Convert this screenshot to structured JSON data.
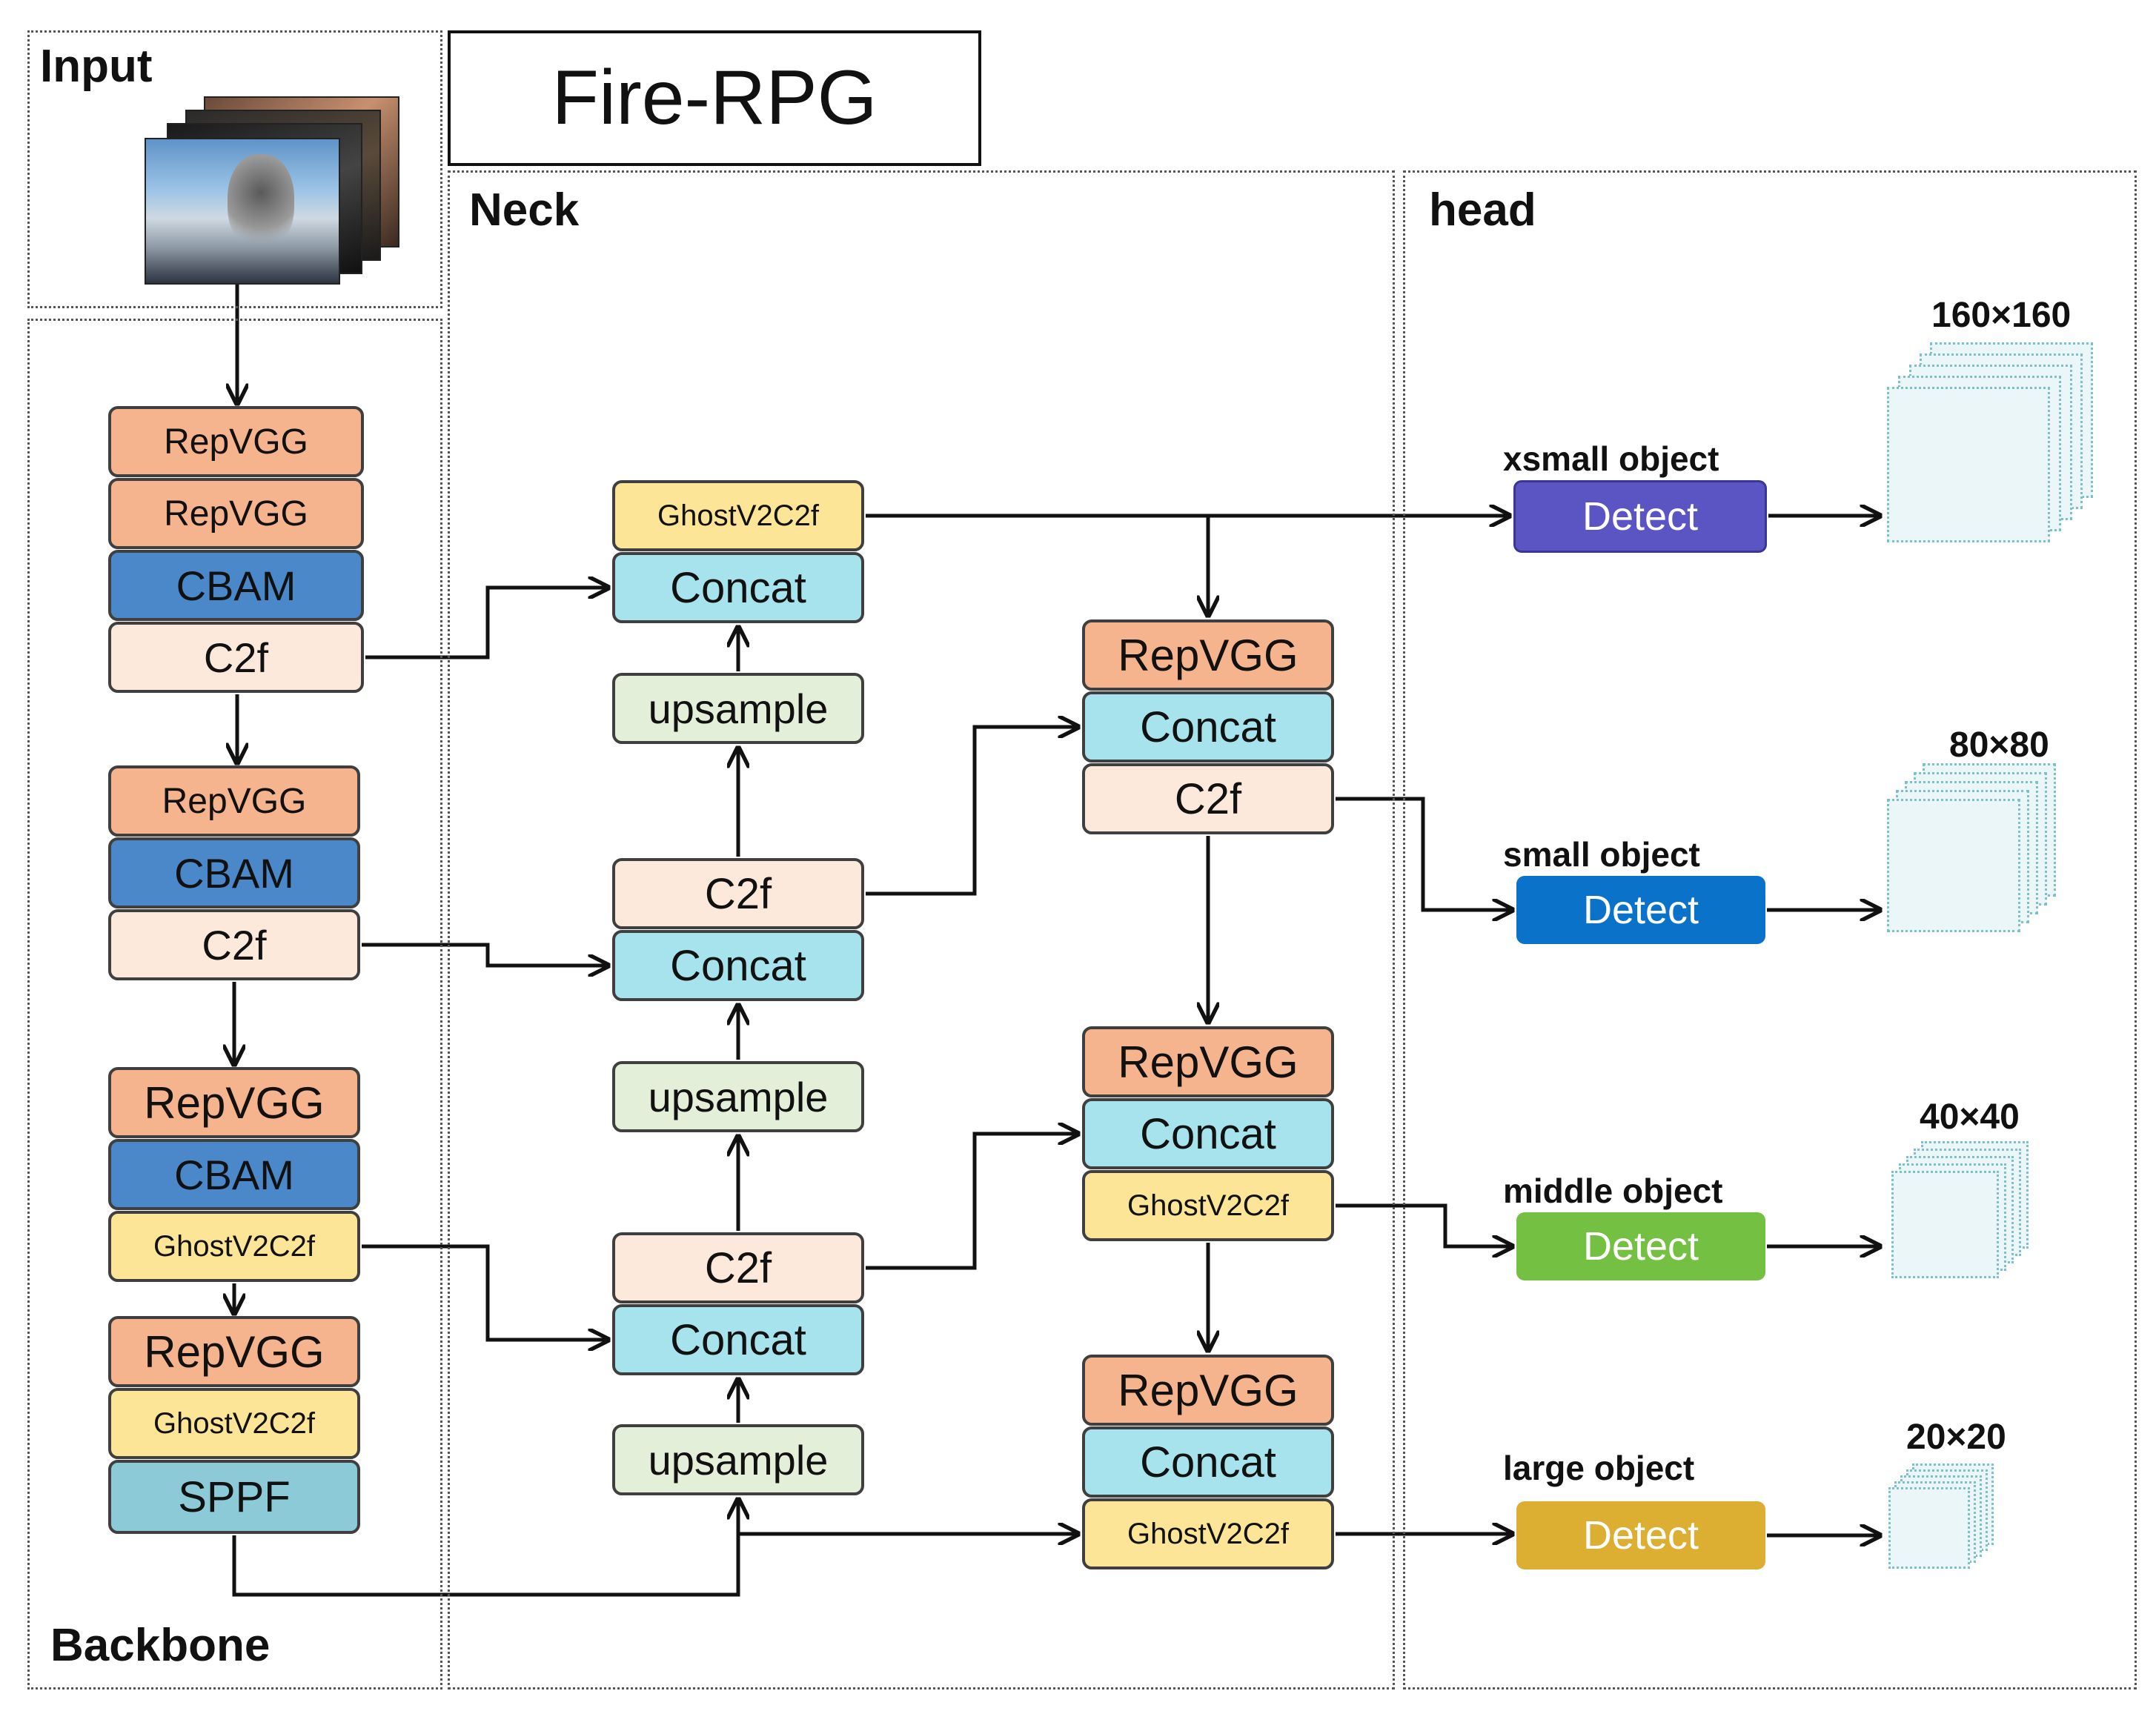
{
  "title": "Fire-RPG",
  "sections": {
    "input": "Input",
    "neck": "Neck",
    "head": "head",
    "backbone": "Backbone"
  },
  "backbone": {
    "blocks": [
      "RepVGG",
      "RepVGG",
      "CBAM",
      "C2f",
      "RepVGG",
      "CBAM",
      "C2f",
      "RepVGG",
      "CBAM",
      "GhostV2C2f",
      "RepVGG",
      "GhostV2C2f",
      "SPPF"
    ]
  },
  "neck": {
    "col1": [
      "GhostV2C2f",
      "Concat",
      "upsample",
      "C2f",
      "Concat",
      "upsample",
      "C2f",
      "Concat",
      "upsample"
    ],
    "col2": [
      "RepVGG",
      "Concat",
      "C2f",
      "RepVGG",
      "Concat",
      "GhostV2C2f",
      "RepVGG",
      "Concat",
      "GhostV2C2f"
    ]
  },
  "head": {
    "detect_label": "Detect",
    "outputs": [
      {
        "object": "xsmall object",
        "size": "160×160",
        "color": "#5b55c4"
      },
      {
        "object": "small object",
        "size": "80×80",
        "color": "#0a73c9"
      },
      {
        "object": "middle object",
        "size": "40×40",
        "color": "#74c043"
      },
      {
        "object": "large object",
        "size": "20×20",
        "color": "#dcae32"
      }
    ]
  },
  "colors": {
    "RepVGG": "#f5b48d",
    "CBAM": "#4b88c9",
    "C2f": "#fde9dc",
    "Concat": "#a6e3ec",
    "GhostV2C2f": "#fde597",
    "upsample": "#e3efd8",
    "SPPF": "#8ccad8"
  }
}
